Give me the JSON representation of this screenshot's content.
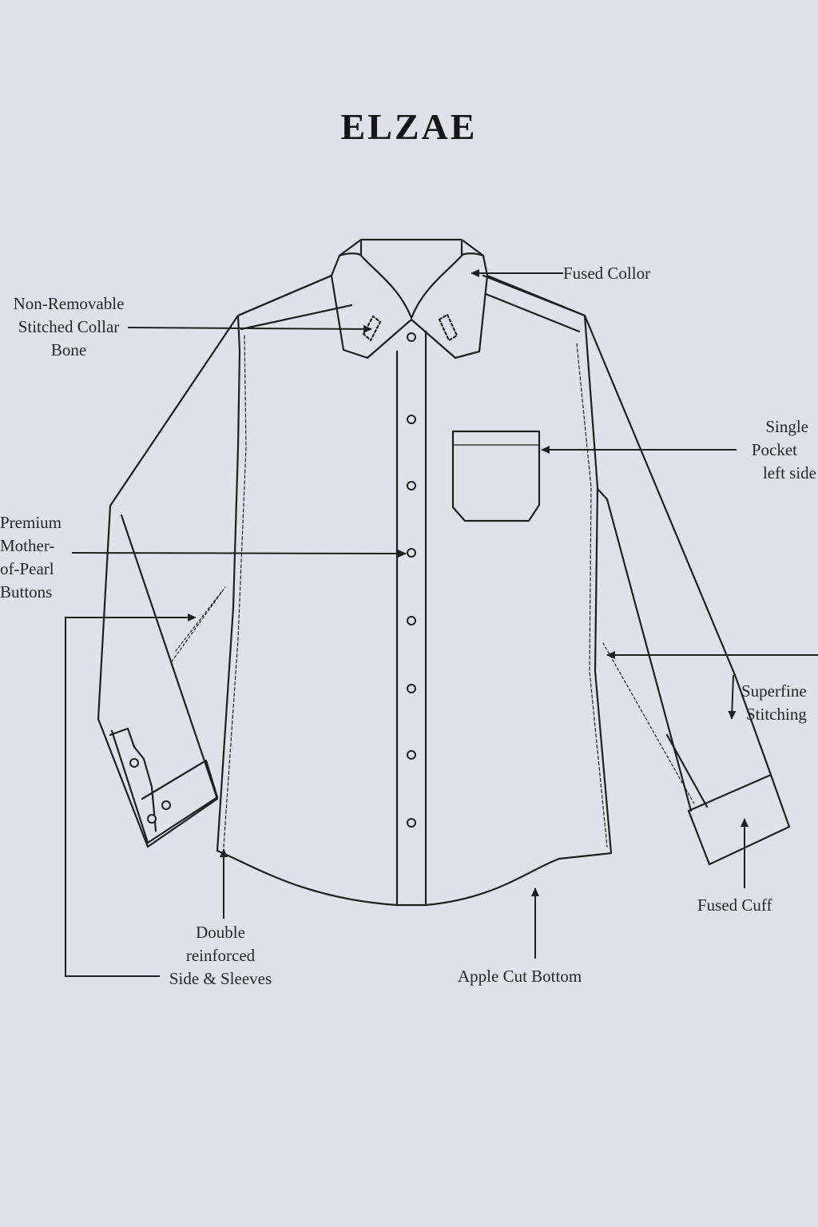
{
  "brand": "ELZAE",
  "colors": {
    "background": "#dfe2eb",
    "line": "#1f1f1f",
    "text": "#262626"
  },
  "labels": {
    "fused_collar": "Fused Collor",
    "collar_bone": [
      "Non-Removable",
      "Stitched Collar",
      "Bone"
    ],
    "pocket": [
      "Single",
      "Pocket",
      "left side"
    ],
    "buttons": [
      "Premium",
      "Mother-",
      "of-Pearl",
      "Buttons"
    ],
    "stitching": [
      "Superfine",
      "Stitching"
    ],
    "fused_cuff": "Fused Cuff",
    "side_sleeves": [
      "Double",
      "reinforced",
      "Side & Sleeves"
    ],
    "bottom": "Apple Cut Bottom"
  }
}
